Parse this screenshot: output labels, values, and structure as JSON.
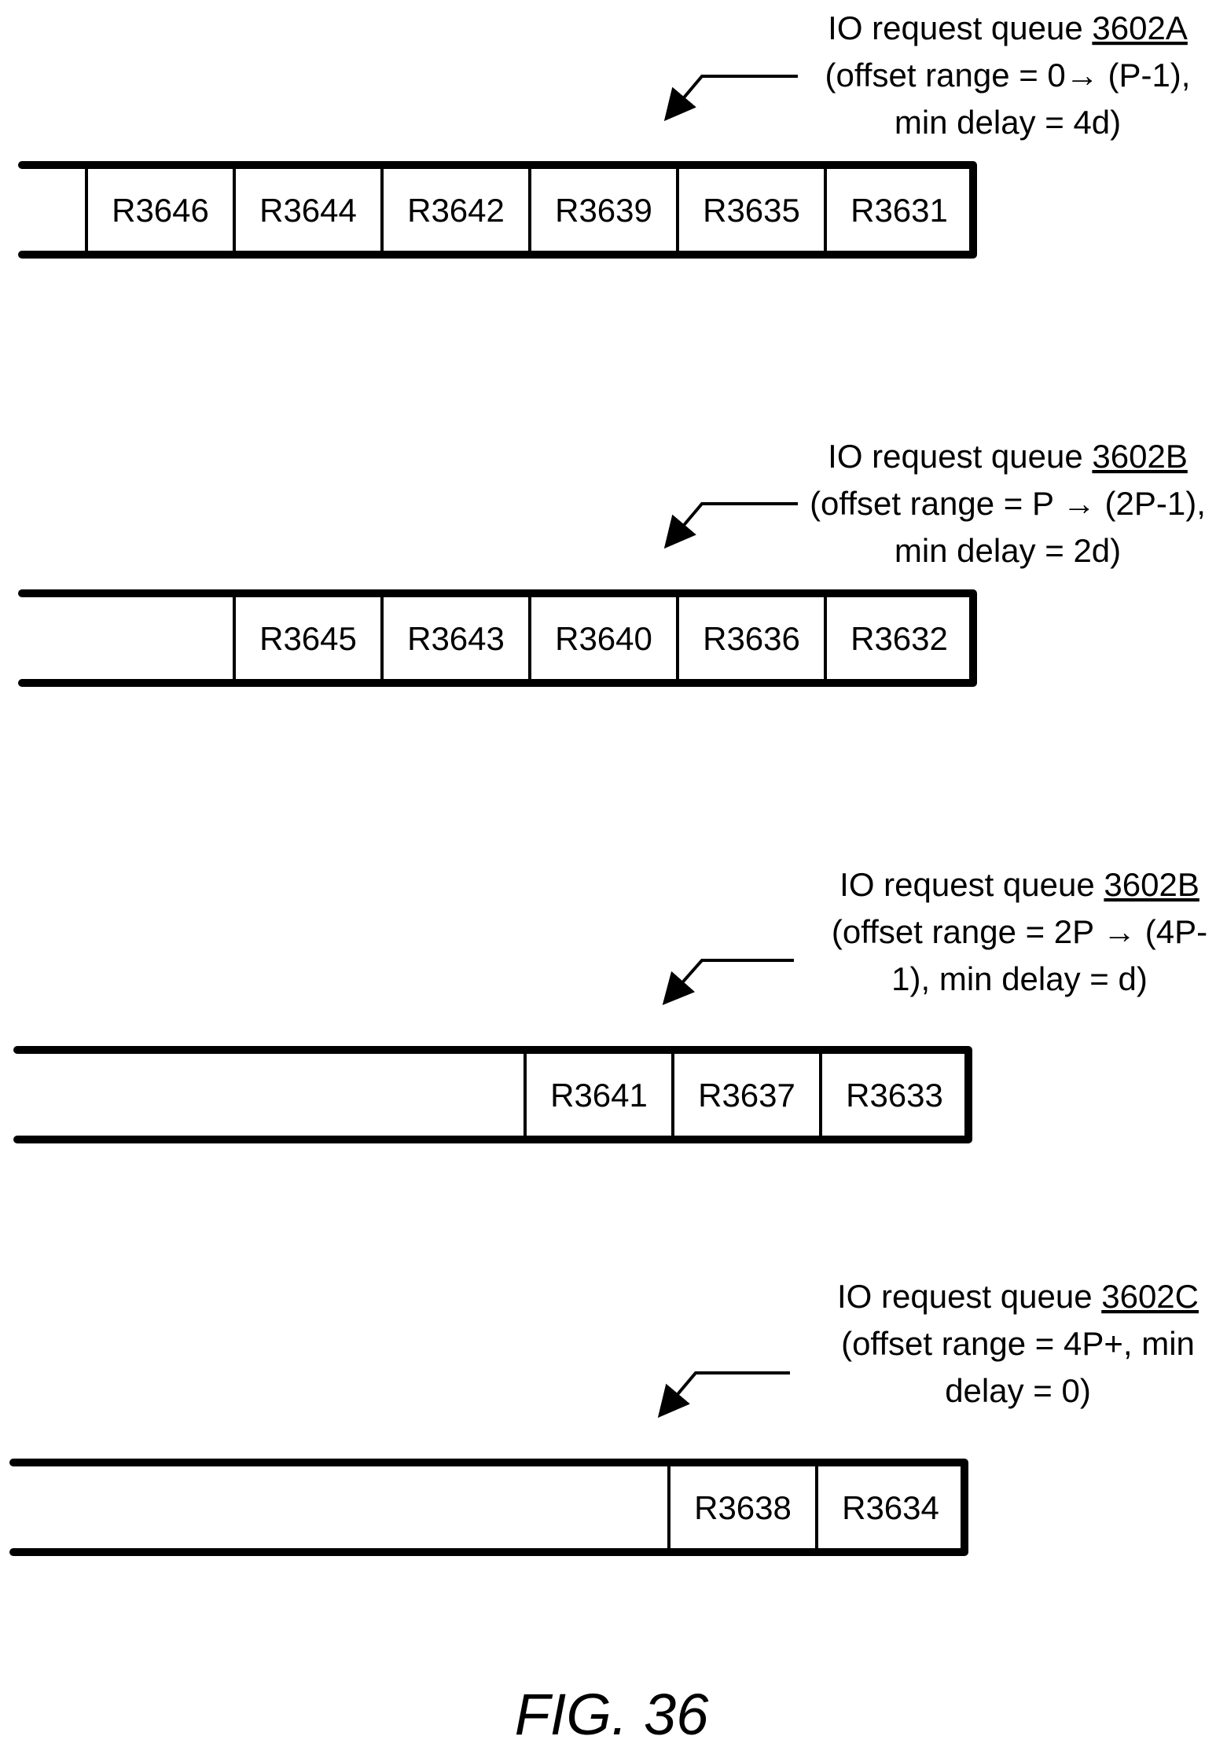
{
  "figure_label": "FIG. 36",
  "queues": [
    {
      "caption_prefix": "IO request queue ",
      "reference": "3602A",
      "caption_lines": [
        "(offset range = 0→ (P-1),",
        "min delay = 4d)"
      ],
      "requests": [
        "R3646",
        "R3644",
        "R3642",
        "R3639",
        "R3635",
        "R3631"
      ]
    },
    {
      "caption_prefix": "IO request queue ",
      "reference": "3602B",
      "caption_lines": [
        "(offset range = P → (2P-1),",
        "min delay = 2d)"
      ],
      "requests": [
        "R3645",
        "R3643",
        "R3640",
        "R3636",
        "R3632"
      ]
    },
    {
      "caption_prefix": "IO request queue ",
      "reference": "3602B",
      "caption_lines": [
        "(offset range = 2P → (4P-",
        "1), min delay = d)"
      ],
      "requests": [
        "R3641",
        "R3637",
        "R3633"
      ]
    },
    {
      "caption_prefix": "IO request queue ",
      "reference": "3602C",
      "caption_lines": [
        "(offset range = 4P+, min",
        "delay = 0)"
      ],
      "requests": [
        "R3638",
        "R3634"
      ]
    }
  ]
}
